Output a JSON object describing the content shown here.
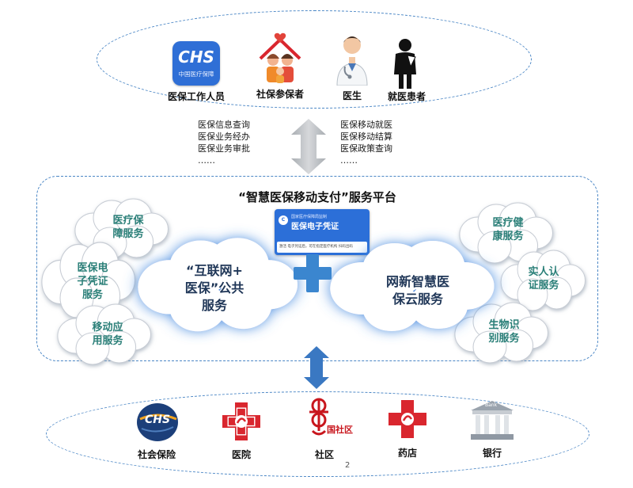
{
  "top_group": {
    "items": [
      {
        "label": "医保工作人员",
        "icon": "chs-app-icon",
        "icon_text": "CHS",
        "icon_subtext": "中国医疗保障"
      },
      {
        "label": "社保参保者",
        "icon": "family-house-icon"
      },
      {
        "label": "医生",
        "icon": "doctor-icon"
      },
      {
        "label": "就医患者",
        "icon": "patient-icon"
      }
    ]
  },
  "left_services": "医保信息查询\n医保业务经办\n医保业务审批\n……",
  "right_services": "医保移动就医\n医保移动结算\n医保政策查询\n……",
  "platform": {
    "title": "“智慧医保移动支付”服务平台",
    "card": {
      "header_small": "国家医疗保障局监制",
      "title": "医保电子凭证",
      "footer": "激活 电子凭证后，可在指定医疗机构 扫码出码"
    },
    "left_center_cloud": "“互联网+\n医保”公共\n服务",
    "right_center_cloud": "网新智慧医\n保云服务",
    "left_clouds": [
      "医疗保\n障服务",
      "医保电\n子凭证\n服务",
      "移动应\n用服务"
    ],
    "right_clouds": [
      "医疗健\n康服务",
      "实人认\n证服务",
      "生物识\n别服务"
    ]
  },
  "bottom_group": {
    "items": [
      {
        "label": "社会保险",
        "icon": "chs-globe-icon",
        "icon_text": "CHS"
      },
      {
        "label": "医院",
        "icon": "hospital-cross-icon"
      },
      {
        "label": "社区",
        "icon": "community-knot-icon",
        "icon_text": "国社区"
      },
      {
        "label": "药店",
        "icon": "pharmacy-cross-icon"
      },
      {
        "label": "银行",
        "icon": "bank-building-icon",
        "icon_text": "Bank"
      }
    ]
  },
  "page_number": "2",
  "colors": {
    "dashed_border": "#4a86c5",
    "cloud_teal_text": "#2a7f78",
    "cloud_glow": "#5a9be0",
    "plus_blue": "#3b86cf",
    "arrow_gray": "#b9bcc0",
    "arrow_blue": "#3a78c2",
    "red_logo": "#d9262e"
  }
}
